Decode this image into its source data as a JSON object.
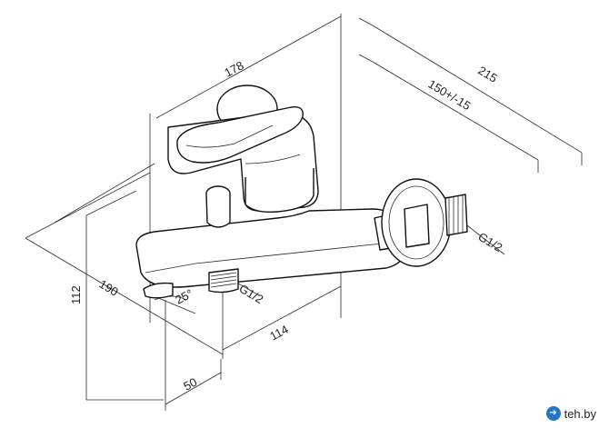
{
  "diagram": {
    "dimensions": {
      "d178": "178",
      "d215": "215",
      "d150": "150+/-15",
      "d112": "112",
      "d190": "190",
      "d25": "25°",
      "dg12_bottom": "G1/2",
      "dg12_right": "G1/2",
      "d114": "114",
      "d50": "50"
    }
  },
  "watermark": {
    "text": "teh.by",
    "icon": "arrow-icon"
  },
  "colors": {
    "line": "#1a1a1a",
    "accent": "#1f78c8"
  }
}
